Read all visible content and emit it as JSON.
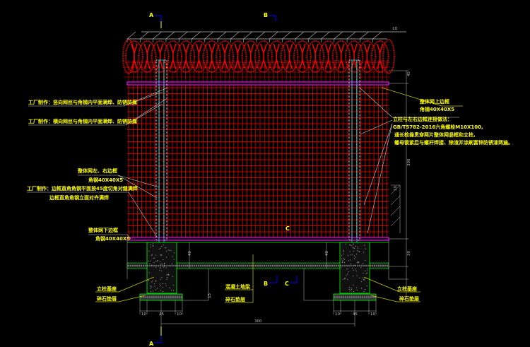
{
  "drawing": {
    "section_marks": {
      "a": "A",
      "b": "B",
      "c": "C"
    },
    "notes_left": [
      "工厂制作：竖向网丝与角钢内平面满焊、防锈防腐",
      "工厂制作：横向网丝与角钢内平面满焊、防锈防腐"
    ],
    "side_frame": {
      "title": "整体网左、右边框",
      "spec": "角钢40X40X5"
    },
    "frame_weld": {
      "line1": "工厂制作：边框直角角钢平面按45度切角对缝满焊",
      "line2": "边框直角角钢立面对齐满焊"
    },
    "bottom_frame": {
      "title": "整体网下边框",
      "spec": "角钢40X40X5"
    },
    "top_frame": {
      "title": "整体网上边框",
      "spec": "角钢40X40X5"
    },
    "connection": {
      "title": "立柱与左右边框连接做法：",
      "line1": "GB/T5782-2016六角螺栓M10X100,",
      "line2": "通长检操贯穿两片整体网竖框和立柱,",
      "line3": "螺母锁紧后与螺杆焊接、除渣并涂刷富锌防锈漆两遍。"
    },
    "foundation": {
      "post_base_left": "立柱基座",
      "gravel_left": "碎石垫层",
      "beam": "混凝土地梁",
      "gravel_mid": "碎石垫层",
      "post_base_right": "立柱基座",
      "gravel_right": "碎石垫层"
    },
    "dimensions": {
      "top_10": "10",
      "h45": "45",
      "h300": "300",
      "side_10": "10",
      "d40a": "40",
      "d40b": "40",
      "d15": "15",
      "d30": "30",
      "w10a": "10",
      "w45a": "45",
      "w10b": "10",
      "w10c": "10",
      "w45b": "45",
      "w10d": "10",
      "span": "300"
    }
  },
  "colors": {
    "mesh": "#ff0000",
    "frame": "#ff00ff",
    "annot": "#ffff00",
    "post": "#00ffff",
    "concrete": "#00ff00",
    "dim": "#c0c0c0"
  }
}
